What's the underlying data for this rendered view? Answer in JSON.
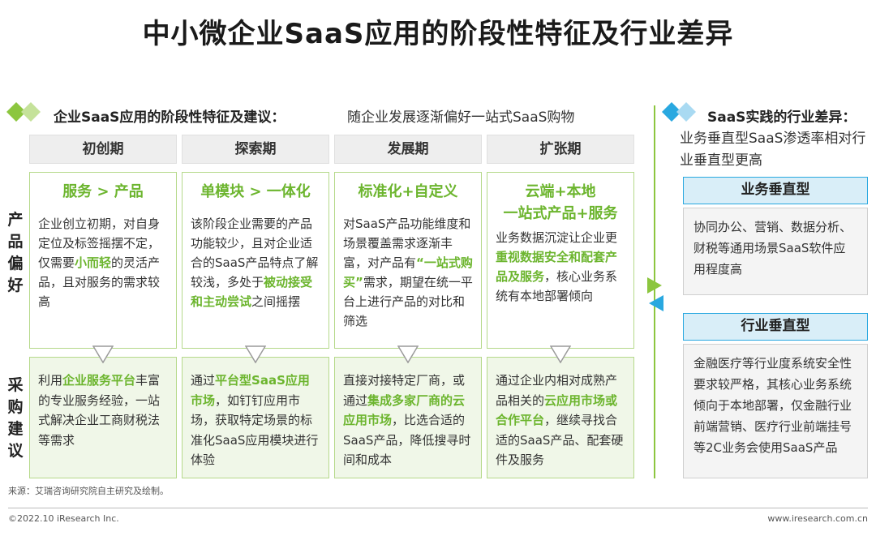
{
  "title": "中小微企业SaaS应用的阶段性特征及行业差异",
  "left_section": {
    "heading": "企业SaaS应用的阶段性特征及建议：",
    "subheading": "随企业发展逐渐偏好一站式SaaS购物"
  },
  "row_labels": {
    "preference": [
      "产",
      "品",
      "偏",
      "好"
    ],
    "advice": [
      "采",
      "购",
      "建",
      "议"
    ]
  },
  "stages": [
    {
      "name": "初创期",
      "pref_title": [
        "服务 > 产品"
      ],
      "pref_text": [
        {
          "t": "企业创立初期，对自身定位及标签摇摆不定，仅需要"
        },
        {
          "t": "小而轻",
          "hl": true
        },
        {
          "t": "的灵活产品，且对服务的需求较高"
        }
      ],
      "advice_text": [
        {
          "t": "利用"
        },
        {
          "t": "企业服务平台",
          "hl": true
        },
        {
          "t": "丰富的专业服务经验，一站式解决企业工商财税法等需求"
        }
      ]
    },
    {
      "name": "探索期",
      "pref_title": [
        "单模块 > 一体化"
      ],
      "pref_text": [
        {
          "t": "该阶段企业需要的产品功能较少，且对企业适合的SaaS产品特点了解较浅，多处于"
        },
        {
          "t": "被动接受和主动尝试",
          "hl": true
        },
        {
          "t": "之间摇摆"
        }
      ],
      "advice_text": [
        {
          "t": "通过"
        },
        {
          "t": "平台型SaaS应用市场",
          "hl": true
        },
        {
          "t": "，如钉钉应用市场，获取特定场景的标准化SaaS应用模块进行体验"
        }
      ]
    },
    {
      "name": "发展期",
      "pref_title": [
        "标准化+自定义"
      ],
      "pref_text": [
        {
          "t": "对SaaS产品功能维度和场景覆盖需求逐渐丰富，对产品有"
        },
        {
          "t": "“一站式购买”",
          "hl": true
        },
        {
          "t": "需求，期望在统一平台上进行产品的对比和筛选"
        }
      ],
      "advice_text": [
        {
          "t": "直接对接特定厂商，或通过"
        },
        {
          "t": "集成多家厂商的云应用市场",
          "hl": true
        },
        {
          "t": "，比选合适的SaaS产品，降低搜寻时间和成本"
        }
      ]
    },
    {
      "name": "扩张期",
      "pref_title": [
        "云端+本地",
        "一站式产品+服务"
      ],
      "pref_text": [
        {
          "t": "业务数据沉淀让企业更"
        },
        {
          "t": "重视数据安全和配套产品及服务",
          "hl": true
        },
        {
          "t": "，核心业务系统有本地部署倾向"
        }
      ],
      "advice_text": [
        {
          "t": "通过企业内相对成熟产品相关的"
        },
        {
          "t": "云应用市场或合作平台",
          "hl": true
        },
        {
          "t": "，继续寻找合适的SaaS产品、配套硬件及服务"
        }
      ]
    }
  ],
  "right_section": {
    "heading": "SaaS实践的行业差异：",
    "subheading": "业务垂直型SaaS渗透率相对行业垂直型更高",
    "boxes": [
      {
        "title": "业务垂直型",
        "text": "协同办公、营销、数据分析、财税等通用场景SaaS软件应用程度高"
      },
      {
        "title": "行业垂直型",
        "text": "金融医疗等行业度系统安全性要求较严格，其核心业务系统倾向于本地部署，仅金融行业前端营销、医疗行业前端挂号等2C业务会使用SaaS产品"
      }
    ]
  },
  "source": "来源：艾瑞咨询研究院自主研究及绘制。",
  "footer_left": "©2022.10 iResearch Inc.",
  "footer_right": "www.iresearch.com.cn",
  "colors": {
    "green": "#6cb52e",
    "light_green": "#b5d98a",
    "blue": "#29a8e0",
    "light_blue_bg": "#d9eef8",
    "gray_bg": "#f4f4f4"
  },
  "icons": [
    "green-diamonds-icon",
    "blue-diamonds-icon",
    "down-triangle-icon",
    "right-arrow-icon",
    "left-arrow-icon"
  ]
}
